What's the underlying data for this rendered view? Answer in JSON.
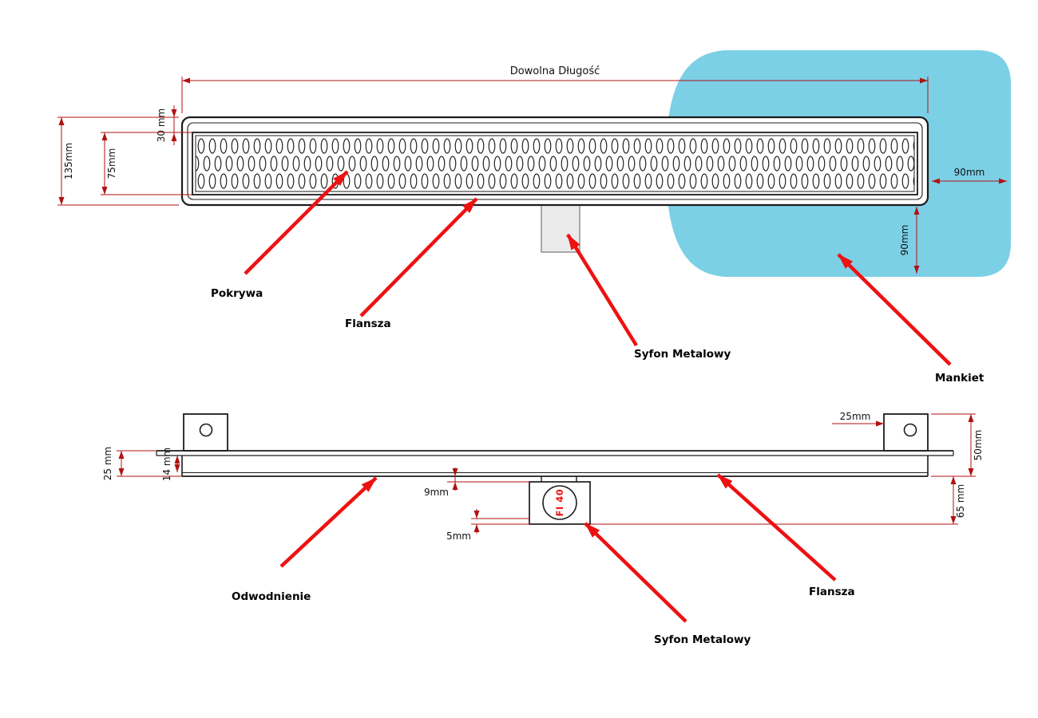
{
  "colors": {
    "membrane_blue": "#7bd0e6",
    "callout_red": "#ee1111",
    "dimension_red": "#b01212",
    "line_black": "#1c1c1c"
  },
  "top_view": {
    "dimensions": {
      "length": "Dowolna Długość",
      "total_height": "135mm",
      "grate_height": "75mm",
      "edge_width": "30 mm",
      "membrane_right": "90mm",
      "membrane_bottom": "90mm"
    },
    "callouts": {
      "cover": "Pokrywa",
      "flange": "Flansza",
      "siphon": "Syfon Metalowy",
      "membrane": "Mankiet"
    }
  },
  "side_view": {
    "dimensions": {
      "bracket_width": "25mm",
      "end_height": "50mm",
      "left_height": "25 mm",
      "channel_depth": "14 mm",
      "top_offset": "9mm",
      "bottom_offset": "5mm",
      "total_depth": "65 mm",
      "siphon_diameter": "FI 40"
    },
    "callouts": {
      "drainage": "Odwodnienie",
      "flange": "Flansza",
      "siphon": "Syfon Metalowy"
    }
  }
}
